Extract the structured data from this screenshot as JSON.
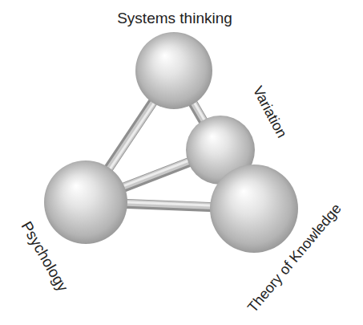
{
  "diagram": {
    "nodes": [
      {
        "text": [
          "Systems thinking"
        ]
      },
      {
        "text": [
          "Variation"
        ]
      },
      {
        "text": [
          "Psychology"
        ]
      },
      {
        "text": [
          "Theory of Knowledge"
        ]
      }
    ],
    "edges": [
      {
        "from": 0,
        "to": 2,
        "arrow": "none"
      },
      {
        "from": 0,
        "to": 3,
        "arrow": "none"
      },
      {
        "from": 2,
        "to": 1,
        "arrow": "none"
      },
      {
        "from": 2,
        "to": 3,
        "arrow": "none"
      }
    ]
  }
}
